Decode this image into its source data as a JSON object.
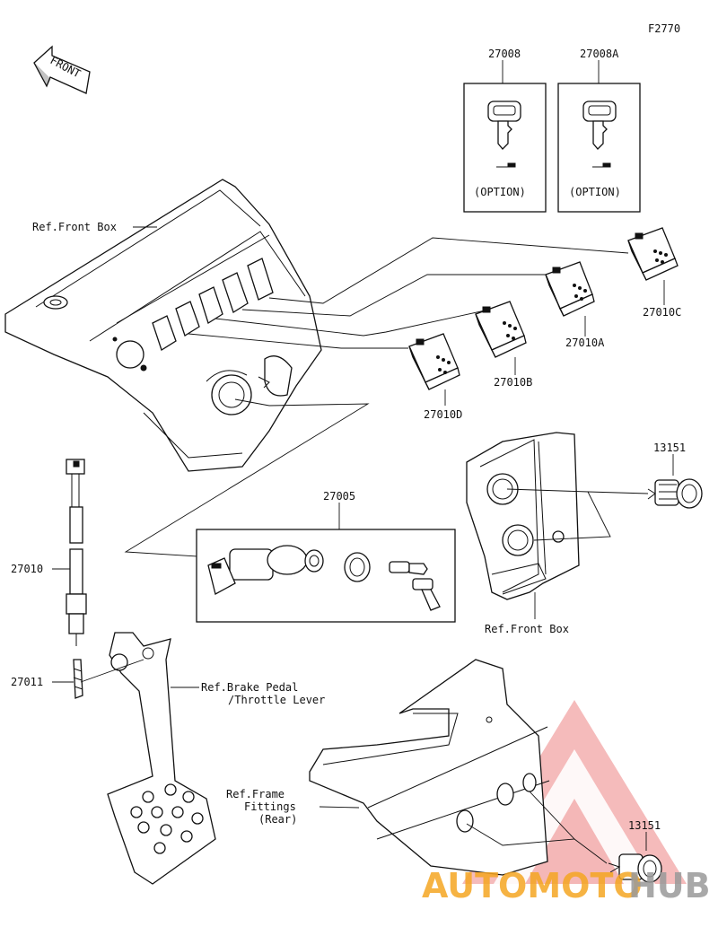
{
  "figure_code": "F2770",
  "front_label": "FRONT",
  "part_numbers": {
    "key": "27008",
    "key_alt": "27008A",
    "switch_c": "27010C",
    "switch_a": "27010A",
    "switch_b": "27010B",
    "switch_d": "27010D",
    "socket_top": "13151",
    "socket_bottom": "13151",
    "ignition_assy": "27005",
    "brake_switch": "27010",
    "brake_part": "27011"
  },
  "option_label": "(OPTION)",
  "option_label_alt": "(OPTION)",
  "refs": {
    "front_box_top": "Ref.Front Box",
    "front_box_right": "Ref.Front Box",
    "brake_pedal_line1": "Ref.Brake Pedal",
    "brake_pedal_line2": "/Throttle Lever",
    "frame_line1": "Ref.Frame",
    "frame_line2": "Fittings",
    "frame_line3": "(Rear)"
  },
  "watermark": {
    "part1": "AUTOMOTO",
    "part2": "HUB",
    "color_red": "#e63a3a",
    "color_orange": "#f5a623"
  }
}
